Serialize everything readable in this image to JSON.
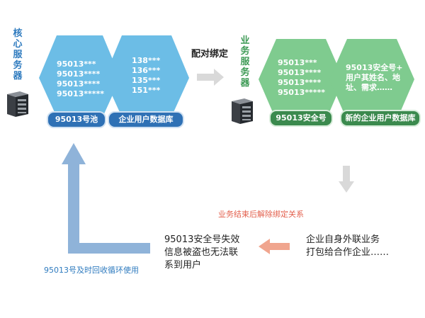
{
  "core_server": {
    "label": [
      "核",
      "心",
      "服",
      "务",
      "器"
    ],
    "numbers": [
      "95013***",
      "95013****",
      "95013****",
      "95013*****"
    ],
    "phones": [
      "138***",
      "136***",
      "135***",
      "151***"
    ],
    "pool_label": "95013号池",
    "db_label": "企业用户数据库"
  },
  "bind_label": "配对绑定",
  "business_server": {
    "label": [
      "业",
      "务",
      "服",
      "务",
      "器"
    ],
    "numbers": [
      "95013***",
      "95013****",
      "95013****",
      "95013*****"
    ],
    "info": [
      "95013安全号+",
      "用户其姓名、地",
      "址、需求……"
    ],
    "safe_label": "95013安全号",
    "db_label": "新的企业用户数据库"
  },
  "unbind_label": "业务结束后解除绑定关系",
  "outsourcing_text": [
    "企业自身外联业务",
    "打包给合作企业……"
  ],
  "invalid_text": [
    "95013安全号失效",
    "信息被盗也无法联",
    "系到用户"
  ],
  "recycle_label": "95013号及时回收循环使用",
  "colors": {
    "blue_shape": "#6cbde6",
    "green_shape": "#7fcb8f",
    "pill_blue": "#2f71b5",
    "pill_green": "#3b8a4e",
    "arrow_gray": "#d9d9d9",
    "arrow_salmon": "#f0a58e",
    "arrow_blue": "#8fb3d9",
    "red_text": "#e3604d",
    "blue_text": "#2f7bbf"
  }
}
